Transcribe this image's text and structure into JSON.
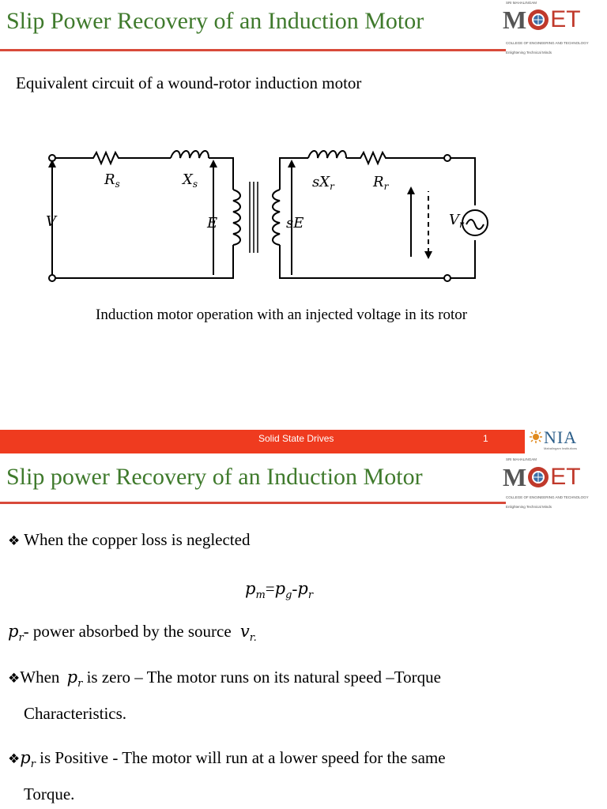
{
  "slide1": {
    "title": "Slip Power Recovery of an Induction Motor",
    "subtitle": "Equivalent circuit of a wound-rotor induction motor",
    "circuit": {
      "labels": {
        "Rs_main": "R",
        "Rs_sub": "s",
        "Xs_main": "X",
        "Xs_sub": "s",
        "V": "V",
        "E": "E",
        "sE": "sE",
        "sXr_main": "sX",
        "sXr_sub": "r",
        "Rr_main": "R",
        "Rr_sub": "r",
        "Vr_main": "V",
        "Vr_sub": "r"
      },
      "caption": "Induction motor operation with an injected voltage in its rotor"
    },
    "footer": {
      "text": "Solid State Drives",
      "page": "1"
    }
  },
  "logos": {
    "moet_tag": "SRI MAHALINGAM",
    "moet_m": "M",
    "moet_et": "ET",
    "moet_college": "COLLEGE OF ENGINEERING AND TECHNOLOGY",
    "moet_motto": "Enlightening Technical Minds",
    "nia_text": "NIA",
    "nia_sub": "Mahalingam Institutions"
  },
  "slide2": {
    "title": "Slip power Recovery of an Induction Motor",
    "bullet1": "When the copper loss is neglected",
    "equation": {
      "lhs": "p",
      "lhs_sub": "m",
      "eq": "=",
      "a": "p",
      "a_sub": "g",
      "minus": "-",
      "b": "p",
      "b_sub": "r"
    },
    "def": {
      "sym": "p",
      "sub": "r",
      "text": "- power absorbed by the source ",
      "src": "v",
      "src_sub": "r."
    },
    "bullet2": {
      "pre": "When ",
      "sym": "p",
      "sub": "r",
      "text": " is zero – The motor runs on its natural speed –Torque",
      "cont": "Characteristics."
    },
    "bullet3": {
      "sym": "p",
      "sub": "r",
      "text": " is Positive  - The motor will run at a lower speed for the same",
      "cont": "Torque."
    }
  }
}
